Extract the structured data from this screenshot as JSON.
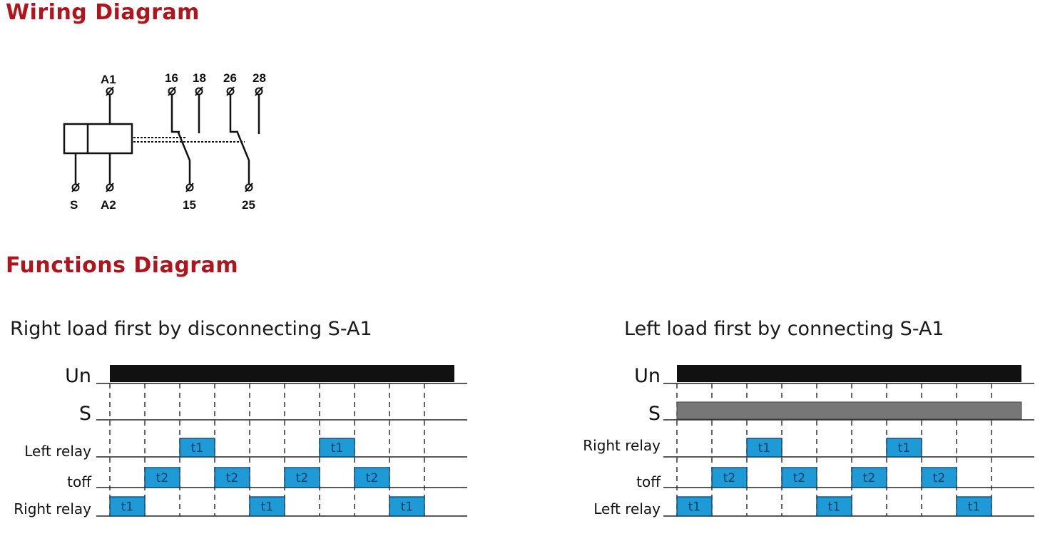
{
  "sections": {
    "wiring_title": "Wiring Diagram",
    "functions_title": "Functions Diagram"
  },
  "wiring": {
    "terminals": {
      "a1": "A1",
      "s": "S",
      "a2": "A2",
      "t16": "16",
      "t18": "18",
      "t26": "26",
      "t28": "28",
      "t15": "15",
      "t25": "25"
    }
  },
  "timing": {
    "left": {
      "title": "Right load first by disconnecting S-A1",
      "rows": [
        "Un",
        "S",
        "Left relay",
        "toff",
        "Right relay"
      ]
    },
    "right": {
      "title": "Left load first by connecting S-A1",
      "rows": [
        "Un",
        "S",
        "Right relay",
        "toff",
        "Left relay"
      ]
    },
    "pulse_labels": {
      "t1": "t1",
      "t2": "t2"
    }
  },
  "colors": {
    "title_red": "#b0141c",
    "pulse_blue": "#1e9ad6",
    "supply_black": "#111111",
    "control_gray": "#777777"
  }
}
